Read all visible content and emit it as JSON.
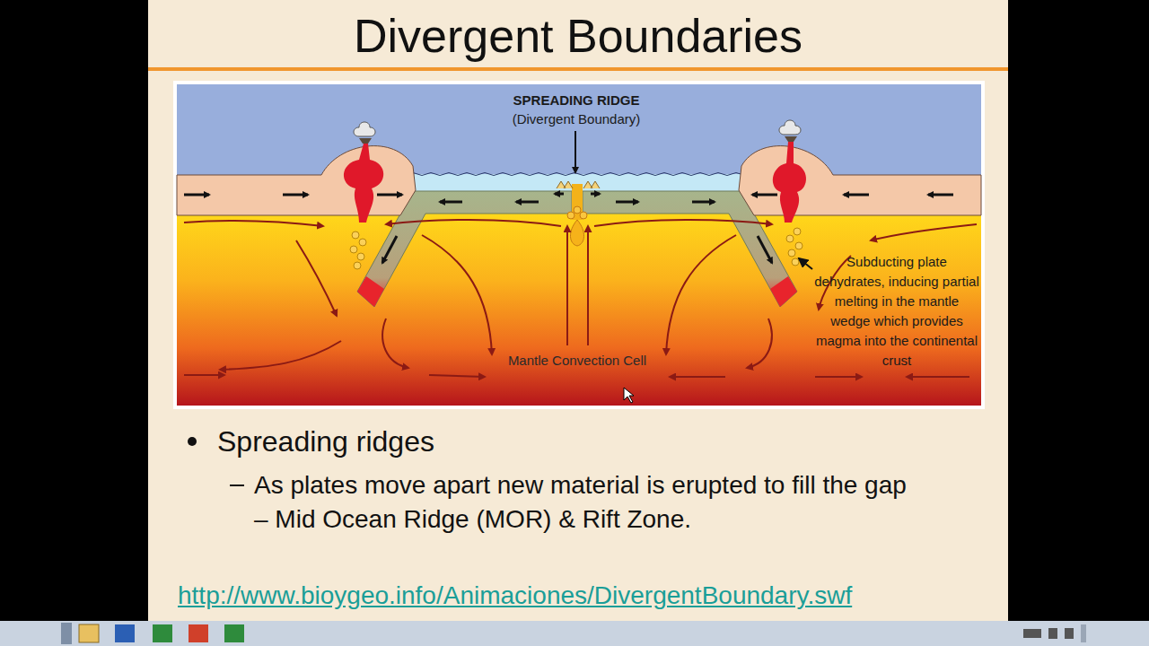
{
  "diagram": {
    "title": "Divergent Boundaries",
    "labels": [
      "SPREADING RIDGE",
      "(Divergent Boundary)",
      "Subducting plate dehydrates, inducing partial melting in the mantle wedge which provides magma into the continental crust",
      "Mantle Convection Cell",
      "Spreading ridges",
      "As plates move apart new material is erupted to fill the gap – Mid Ocean Ridge (MOR) & Rift Zone.",
      "http://www.bioygeo.info/Animaciones/DivergentBoundary.swf"
    ]
  }
}
